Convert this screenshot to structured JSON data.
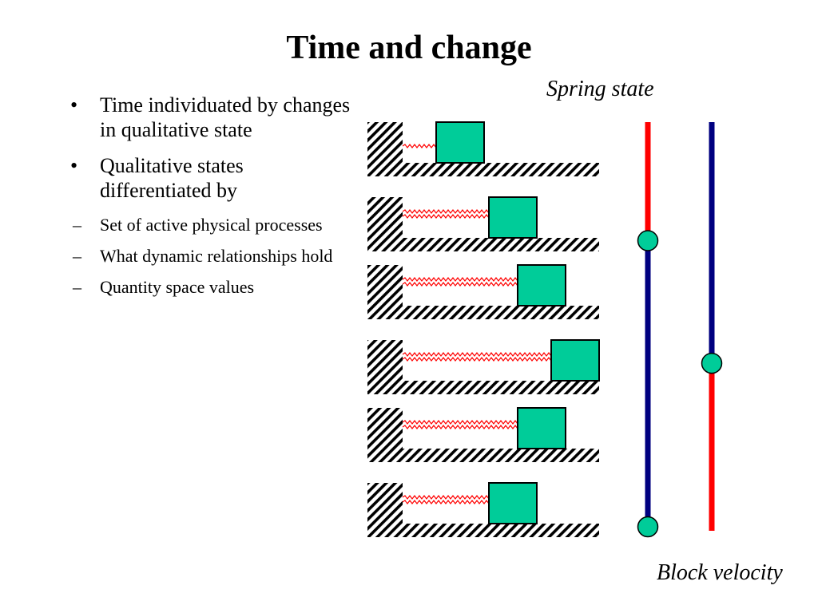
{
  "slide": {
    "title": "Time and change",
    "bullets": [
      {
        "text": "Time individuated by changes in qualitative state"
      },
      {
        "text": "Qualitative states differentiated by"
      }
    ],
    "sub_bullets": [
      {
        "text": "Set of active physical processes"
      },
      {
        "text": "What dynamic relationships hold"
      },
      {
        "text": "Quantity space values"
      }
    ],
    "bullet_glyph": "•",
    "dash_glyph": "–"
  },
  "diagram": {
    "spring_state_label": "Spring state",
    "block_velocity_label": "Block velocity",
    "colors": {
      "block": "#00cc99",
      "spring": "#ff0000",
      "positive": "#ff0000",
      "negative": "#000080",
      "hatch": "#000000"
    },
    "frames": [
      {
        "block_offset": 0.0,
        "spring": "compressed"
      },
      {
        "block_offset": 0.55,
        "spring": "stretched"
      },
      {
        "block_offset": 0.85,
        "spring": "stretched"
      },
      {
        "block_offset": 1.2,
        "spring": "stretched"
      },
      {
        "block_offset": 0.85,
        "spring": "stretched"
      },
      {
        "block_offset": 0.55,
        "spring": "stretched"
      }
    ],
    "spring_state_bar": [
      {
        "sign": "positive",
        "from": 0.0,
        "to": 0.29
      },
      {
        "sign": "negative",
        "from": 0.29,
        "to": 1.0
      }
    ],
    "spring_state_markers": [
      0.29,
      1.0
    ],
    "block_velocity_bar": [
      {
        "sign": "negative",
        "from": 0.0,
        "to": 0.59
      },
      {
        "sign": "positive",
        "from": 0.59,
        "to": 1.0
      }
    ],
    "block_velocity_markers": [
      0.59
    ]
  }
}
